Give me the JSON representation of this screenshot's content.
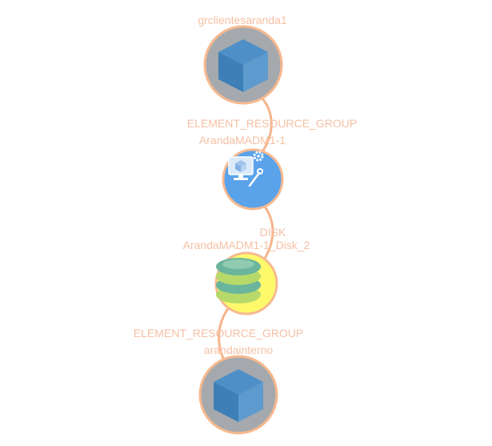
{
  "graph": {
    "colors": {
      "label": "#f6c0a4",
      "edge": "#f7b48c",
      "ring": "#f6b98f",
      "resource_group_bg": "#a5a9ad",
      "cube_front_left": "#3d7fb6",
      "cube_front_right": "#5d9bce",
      "cube_top": "#4f8fc7",
      "vm_bg": "#5aa2ea",
      "disk_bg": "#fdf96b",
      "disk_teal": "#6ab59c",
      "disk_lime": "#b7d96a"
    },
    "nodes": [
      {
        "id": "rg-top",
        "kind": "resource-group",
        "type_label": "",
        "name": "grclientesaranda1",
        "icon": "cube-icon"
      },
      {
        "id": "vm",
        "kind": "virtual-machine",
        "type_label": "ELEMENT_RESOURCE_GROUP",
        "name": "ArandaMADM1-1",
        "icon": "virtual-machine-icon"
      },
      {
        "id": "disk",
        "kind": "disk",
        "type_label": "DISK",
        "name": "ArandaMADM1-1_Disk_2",
        "icon": "disk-icon"
      },
      {
        "id": "rg-bottom",
        "kind": "resource-group",
        "type_label": "ELEMENT_RESOURCE_GROUP",
        "name": "arandainterno",
        "icon": "cube-icon"
      }
    ],
    "edges": [
      {
        "from": "rg-top",
        "to": "vm"
      },
      {
        "from": "vm",
        "to": "disk"
      },
      {
        "from": "disk",
        "to": "rg-bottom"
      }
    ]
  }
}
